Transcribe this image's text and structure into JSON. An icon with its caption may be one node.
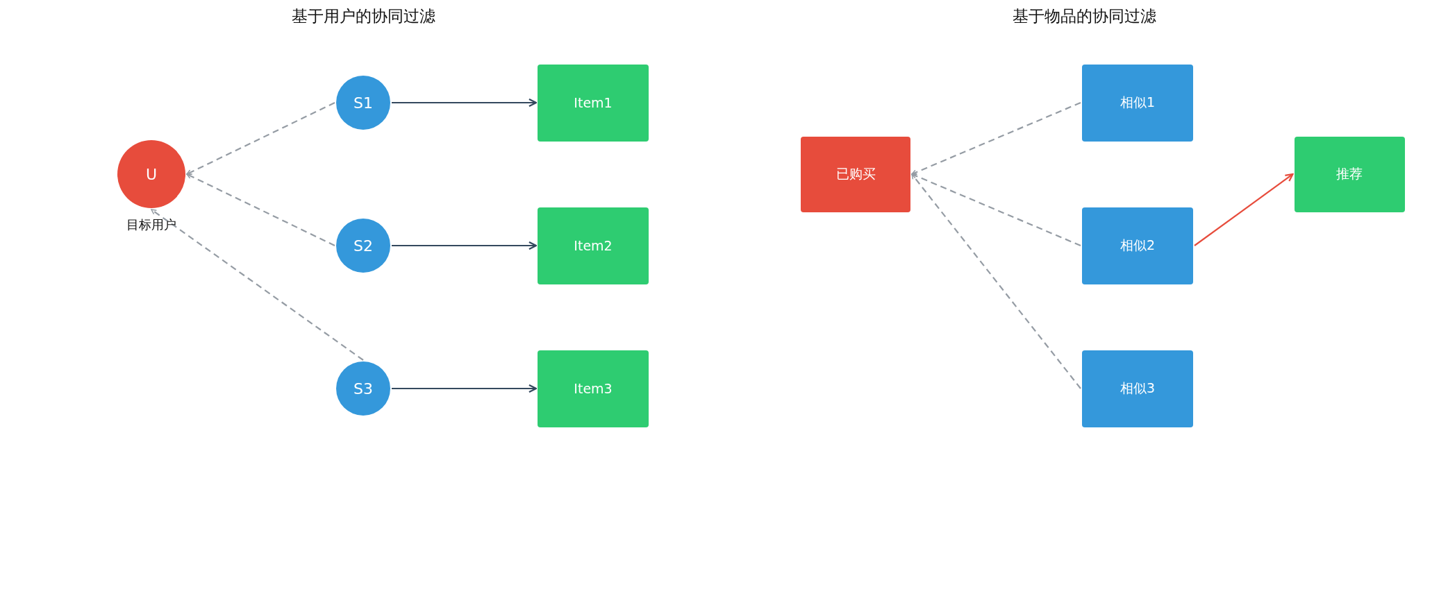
{
  "diagram": {
    "nodes": [
      {
        "text": [
          "U"
        ],
        "beside": [
          "目标用户"
        ]
      },
      {
        "text": [
          "S1"
        ]
      },
      {
        "text": [
          "S2"
        ]
      },
      {
        "text": [
          "S3"
        ]
      },
      {
        "text": [
          "Item1"
        ]
      },
      {
        "text": [
          "Item2"
        ]
      },
      {
        "text": [
          "Item3"
        ]
      },
      {
        "text": [
          "已购买"
        ]
      },
      {
        "text": [
          "相似1"
        ]
      },
      {
        "text": [
          "相似2"
        ]
      },
      {
        "text": [
          "相似3"
        ]
      },
      {
        "text": [
          "推荐"
        ]
      }
    ],
    "edges": [
      {
        "from": 1,
        "to": 0,
        "arrow": "to",
        "style": "dashed"
      },
      {
        "from": 2,
        "to": 0,
        "arrow": "to",
        "style": "dashed"
      },
      {
        "from": 3,
        "to": 0,
        "arrow": "to",
        "style": "dashed"
      },
      {
        "from": 1,
        "to": 4,
        "arrow": "to",
        "color": "#34495e"
      },
      {
        "from": 2,
        "to": 5,
        "arrow": "to",
        "color": "#34495e"
      },
      {
        "from": 3,
        "to": 6,
        "arrow": "to",
        "color": "#34495e"
      },
      {
        "from": 8,
        "to": 7,
        "arrow": "to",
        "style": "dashed"
      },
      {
        "from": 9,
        "to": 7,
        "arrow": "to",
        "style": "dashed"
      },
      {
        "from": 10,
        "to": 7,
        "arrow": "to",
        "style": "dashed"
      },
      {
        "from": 9,
        "to": 11,
        "arrow": "to",
        "color": "#e74c3c"
      }
    ],
    "labels": [
      "基于用户的协同过滤",
      "基于物品的协同过滤"
    ]
  }
}
